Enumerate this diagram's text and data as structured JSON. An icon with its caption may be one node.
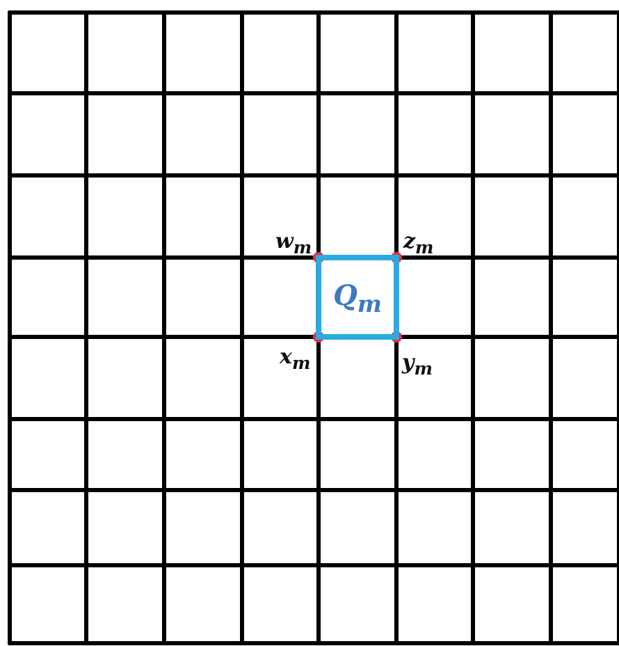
{
  "diagram": {
    "nodes": [
      {
        "text": [
          "Q$_{m}$"
        ]
      }
    ],
    "labels": [
      "w$_{m}$",
      "z$_{m}$",
      "x$_{m}$",
      "y$_{m}$"
    ]
  }
}
